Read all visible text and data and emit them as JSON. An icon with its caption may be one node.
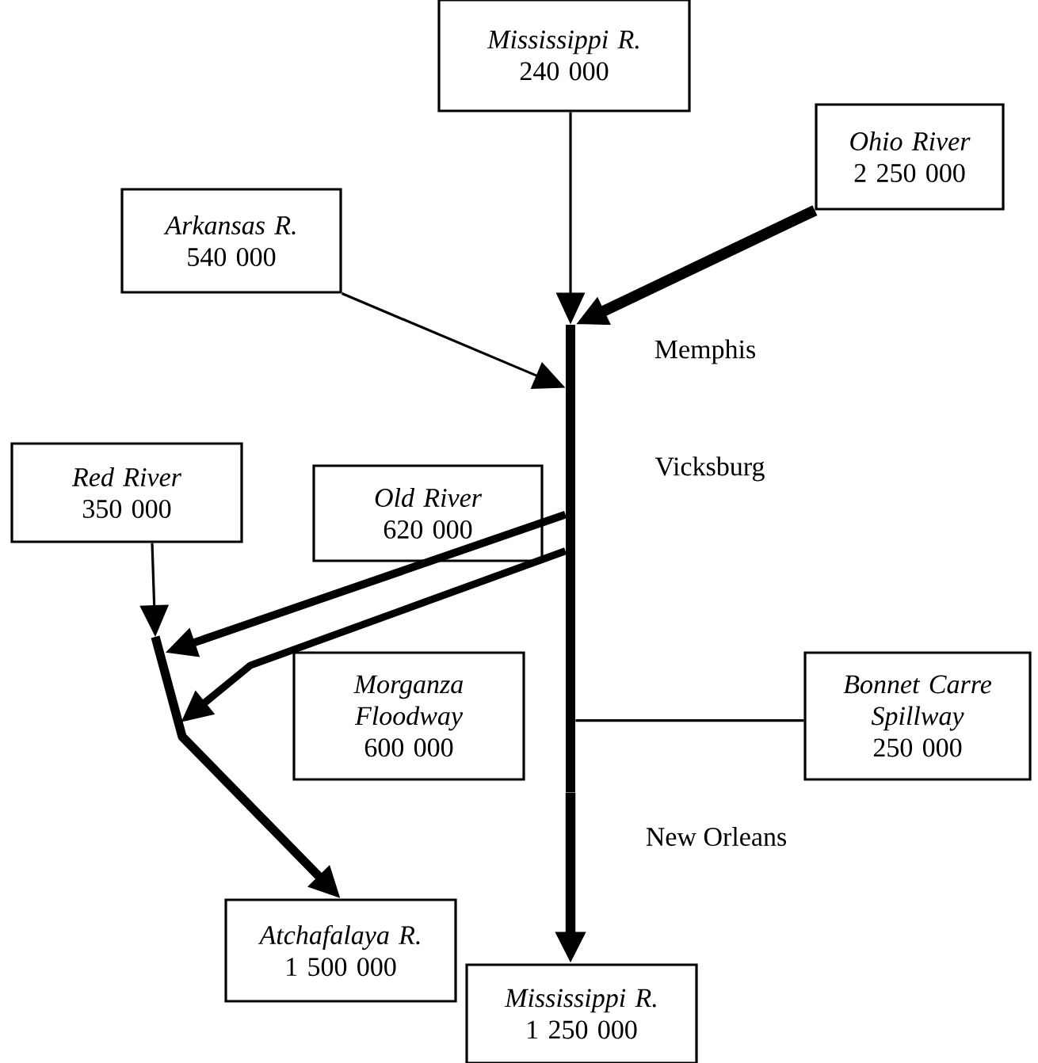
{
  "diagram": {
    "nodes": [
      {
        "text": [
          "Mississippi R.",
          "240 000"
        ]
      },
      {
        "text": [
          "Ohio River",
          "2 250 000"
        ]
      },
      {
        "text": [
          "Arkansas R.",
          "540 000"
        ]
      },
      {
        "text": [],
        "shape": "bar"
      },
      {
        "text": [
          "Red River",
          "350 000"
        ]
      },
      {
        "text": [
          "Old River",
          "620 000"
        ]
      },
      {
        "text": [
          "Morganza Floodway",
          "600 000"
        ]
      },
      {
        "text": [
          "Bonnet Carre Spillway",
          "250 000"
        ]
      },
      {
        "text": [
          "Atchafalaya R.",
          "1 500 000"
        ]
      },
      {
        "text": [
          "Mississippi R.",
          "1 250 000"
        ]
      }
    ],
    "edges": [
      {
        "from": 0,
        "to": 3,
        "arrow": "to"
      },
      {
        "from": 1,
        "to": 3,
        "arrow": "to"
      },
      {
        "from": 2,
        "to": 3,
        "arrow": "to"
      },
      {
        "from": 3,
        "to": null,
        "arrow": "to"
      },
      {
        "from": 3,
        "to": null,
        "arrow": "to"
      },
      {
        "from": 3,
        "to": 7,
        "arrow": "none"
      },
      {
        "from": 3,
        "to": 9,
        "arrow": "to"
      },
      {
        "from": 4,
        "to": null,
        "arrow": "to"
      },
      {
        "from": null,
        "to": 8,
        "arrow": "to"
      }
    ],
    "labels": [
      "Memphis",
      "Vicksburg",
      "New Orleans"
    ]
  }
}
